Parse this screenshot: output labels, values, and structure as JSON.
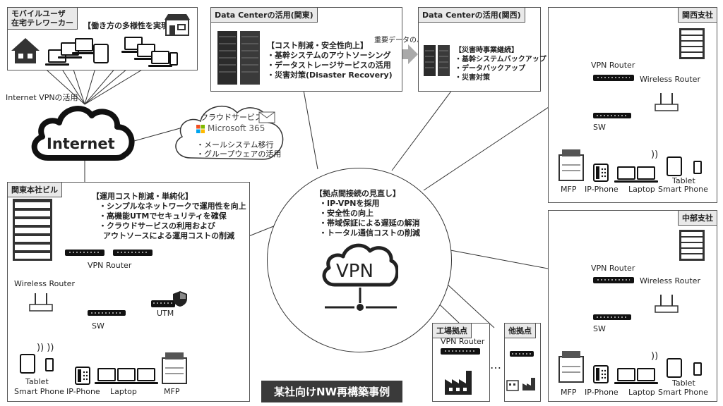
{
  "mobile": {
    "title_line1": "モバイルユーザ",
    "title_line2": "在宅テレワーカー",
    "note": "【働き方の多様性を実現】"
  },
  "internet_vpn_label": "Internet VPNの活用",
  "internet_label": "Internet",
  "cloud": {
    "title": "クラウドサービス",
    "product": "Microsoft 365",
    "items": [
      "・メールシステム移行",
      "・グループウェアの活用"
    ]
  },
  "dc_kanto": {
    "title": "Data Centerの活用(関東)",
    "items": [
      "【コスト削減・安全性向上】",
      "・基幹システムのアウトソーシング",
      "・データストレージサービスの活用",
      "・災害対策(Disaster Recovery)"
    ]
  },
  "backup_label": "重要データのバックアップ",
  "dc_kansai": {
    "title": "Data Centerの活用(関西)",
    "items": [
      "【災害時事業継続】",
      "・基幹システムバックアップ",
      "・データバックアップ",
      "・災害対策"
    ]
  },
  "kansai": {
    "title": "関西支社",
    "vpn_router": "VPN Router",
    "wireless_router": "Wireless Router",
    "sw": "SW",
    "devices": {
      "mfp": "MFP",
      "ip_phone": "IP-Phone",
      "laptop": "Laptop",
      "tablet": "Tablet",
      "smartphone": "Smart Phone"
    }
  },
  "chubu": {
    "title": "中部支社",
    "vpn_router": "VPN Router",
    "wireless_router": "Wireless Router",
    "sw": "SW",
    "devices": {
      "mfp": "MFP",
      "ip_phone": "IP-Phone",
      "laptop": "Laptop",
      "tablet": "Tablet",
      "smartphone": "Smart Phone"
    }
  },
  "hq": {
    "title": "関東本社ビル",
    "notes": [
      "【運用コスト削減・単純化】",
      "・シンプルなネットワークで運用性を向上",
      "・高機能UTMでセキュリティを確保",
      "・クラウドサービスの利用および",
      "アウトソースによる運用コストの削減"
    ],
    "vpn_router": "VPN Router",
    "wireless_router": "Wireless Router",
    "utm": "UTM",
    "sw": "SW",
    "devices": {
      "tablet": "Tablet",
      "smartphone": "Smart Phone",
      "ip_phone": "IP-Phone",
      "laptop": "Laptop",
      "mfp": "MFP"
    }
  },
  "vpn_hub": {
    "items": [
      "【拠点間接続の見直し】",
      "・IP-VPNを採用",
      "・安全性の向上",
      "・帯域保証による遅延の解消",
      "・トータル通信コストの削減"
    ],
    "label": "VPN"
  },
  "factory": {
    "title": "工場拠点",
    "vpn_router": "VPN Router"
  },
  "ellipsis": "…",
  "other": {
    "title": "他拠点"
  },
  "banner": "某社向けNW再構築事例",
  "colors": {
    "tag_bg": "#e9e9e9",
    "banner_bg": "#3a3a3a",
    "ms_red": "#f25022",
    "ms_green": "#7fba00",
    "ms_blue": "#00a4ef",
    "ms_yellow": "#ffb900"
  }
}
